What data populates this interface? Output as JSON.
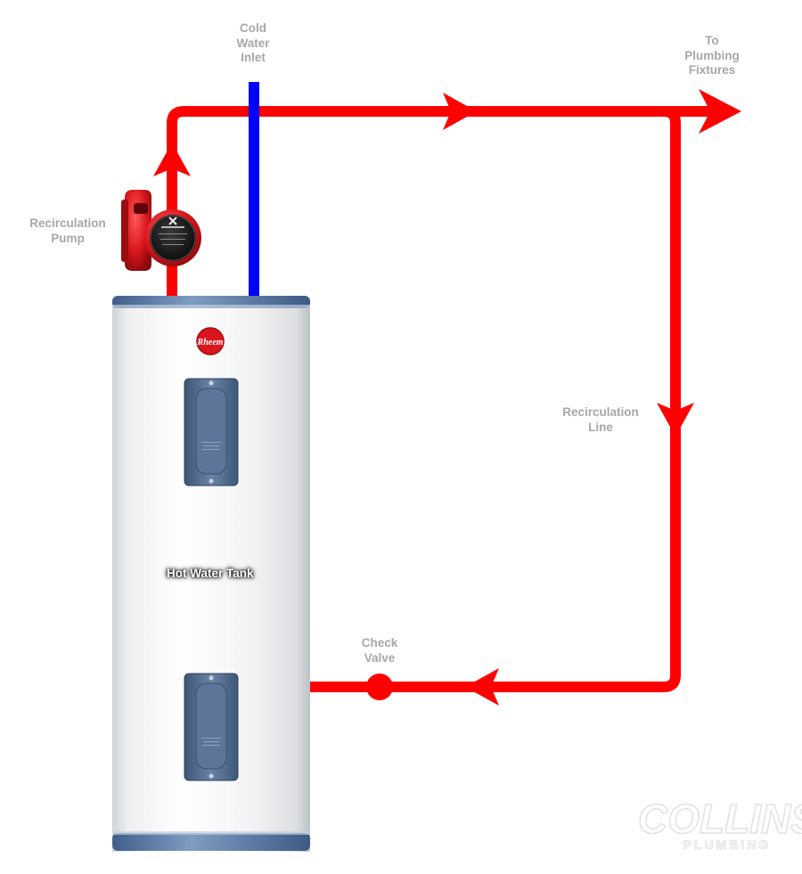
{
  "labels": {
    "cold_water_inlet": [
      "Cold",
      "Water",
      "Inlet"
    ],
    "to_plumbing_fixtures": [
      "To",
      "Plumbing",
      "Fixtures"
    ],
    "recirculation_pump": [
      "Recirculation",
      "Pump"
    ],
    "recirculation_line": [
      "Recirculation",
      "Line"
    ],
    "check_valve": [
      "Check",
      "Valve"
    ],
    "hot_water_tank": "Hot Water Tank"
  },
  "logos": {
    "tank_brand": "Rheem",
    "watermark_top": "COLLINS",
    "watermark_bottom": "PLUMBING"
  },
  "colors": {
    "hot_line": "#ff0000",
    "cold_line": "#0000ff",
    "pump_body": "#d8161c",
    "label_text": "#a7a7a7",
    "tank_band": "#5f7fa8"
  },
  "icons": {
    "flow_arrow": "arrow-icon",
    "check_valve": "circle-valve-icon",
    "pump": "circulator-pump-icon"
  }
}
